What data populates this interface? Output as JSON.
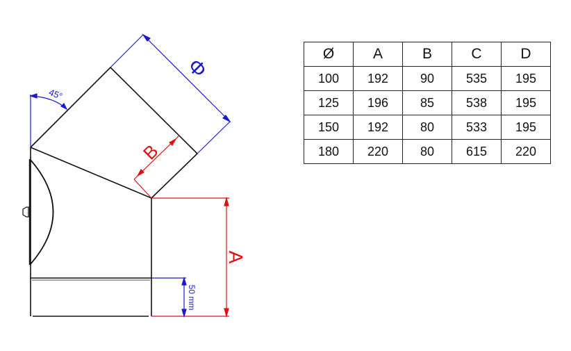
{
  "drawing": {
    "labels": {
      "diameter": "Φ",
      "angle": "45°",
      "b": "B",
      "a": "A",
      "collar": "50 mm"
    },
    "colors": {
      "outline": "#111111",
      "blue_dim": "#1a1acc",
      "red_dim": "#e01010"
    }
  },
  "table": {
    "headers": [
      "Ø",
      "A",
      "B",
      "C",
      "D"
    ],
    "rows": [
      [
        "100",
        "192",
        "90",
        "535",
        "195"
      ],
      [
        "125",
        "196",
        "85",
        "538",
        "195"
      ],
      [
        "150",
        "192",
        "80",
        "533",
        "195"
      ],
      [
        "180",
        "220",
        "80",
        "615",
        "220"
      ]
    ]
  }
}
